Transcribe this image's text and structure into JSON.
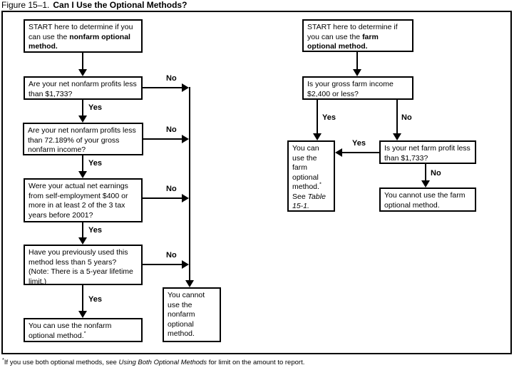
{
  "title": {
    "prefix": "Figure 15–1.",
    "heading": "Can I Use the Optional Methods?"
  },
  "labels": {
    "yes": "Yes",
    "no": "No"
  },
  "nonfarm": {
    "start": {
      "normal": "START here to determine if you can use the ",
      "bold": "nonfarm optional method."
    },
    "q_profits": "Are your net nonfarm profits less than $1,733?",
    "q_percentage": "Are your net nonfarm profits less than 72.189% of your gross nonfarm income?",
    "q_earnings": "Were your actual net earnings from self-employment $400 or more in at least 2 of the 3 tax years before 2001?",
    "q_previous_use": "Have you previously used this method less than 5 years? (Note: There is a 5-year lifetime limit.)",
    "result_can": {
      "text": "You can use the nonfarm optional method.",
      "footnote_mark": "*"
    },
    "result_cannot": "You cannot use the nonfarm optional method."
  },
  "farm": {
    "start": {
      "normal": "START here to determine if you can use the ",
      "bold": "farm optional method."
    },
    "q_gross_income": "Is your gross farm income $2,400 or less?",
    "q_net_profit": "Is your net farm profit less than $1,733?",
    "result_can": {
      "text": "You can use the farm optional method.",
      "footnote_mark": "*",
      "see": " See ",
      "reference": "Table 15-1."
    },
    "result_cannot": "You cannot use the farm optional method."
  },
  "footnote": {
    "mark": "*",
    "pre": "If you use both optional methods, see ",
    "emphasis": "Using Both Optional Methods",
    "post": " for limit on the amount to report."
  },
  "colors": {
    "line": "#000000",
    "background": "#ffffff",
    "text": "#000000"
  }
}
